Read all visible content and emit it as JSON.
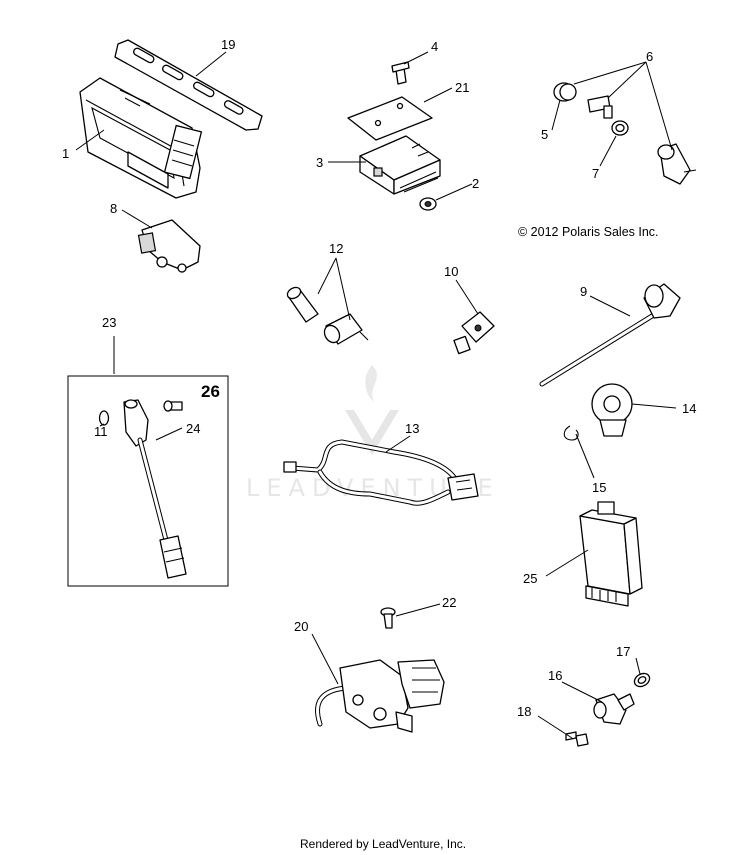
{
  "callouts": {
    "c1": "1",
    "c2": "2",
    "c3": "3",
    "c4": "4",
    "c5": "5",
    "c6": "6",
    "c7": "7",
    "c8": "8",
    "c9": "9",
    "c10": "10",
    "c11": "11",
    "c12": "12",
    "c13": "13",
    "c14": "14",
    "c15": "15",
    "c16": "16",
    "c17": "17",
    "c18": "18",
    "c19": "19",
    "c20": "20",
    "c21": "21",
    "c22": "22",
    "c23": "23",
    "c24": "24",
    "c25": "25",
    "c26": "26"
  },
  "copyright": "© 2012 Polaris Sales Inc.",
  "watermark": "LEADVENTURE",
  "footer": "Rendered by LeadVenture, Inc."
}
